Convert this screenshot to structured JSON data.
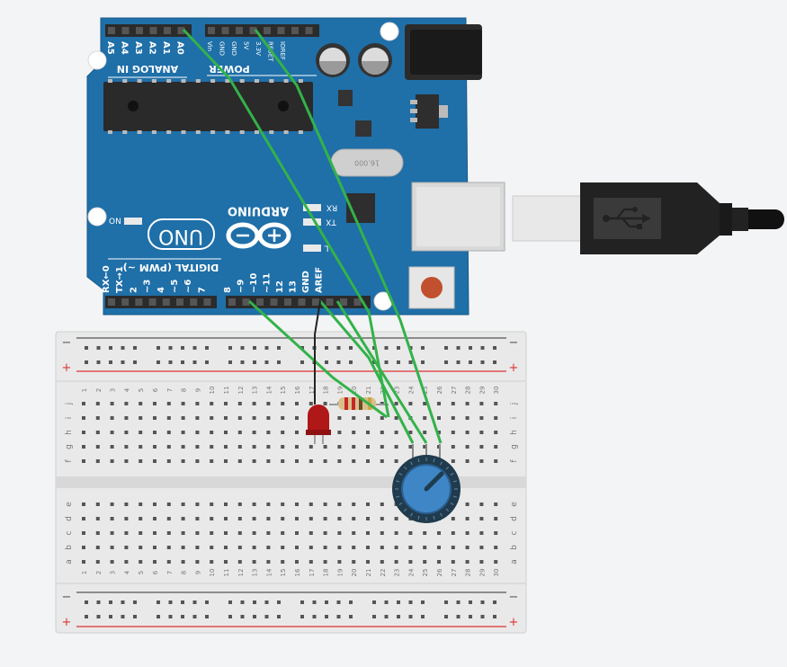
{
  "canvas": {
    "background": "#f3f4f6"
  },
  "board": {
    "brand": "ARDUINO",
    "model": "UNO",
    "on_label": "ON",
    "analog_in_label": "ANALOG IN",
    "power_label": "POWER",
    "digital_label": "DIGITAL (PWM ~)",
    "crystal_label": "16.000",
    "led_tx": "TX",
    "led_rx": "RX",
    "led_l": "L",
    "analog_pins": [
      "A5",
      "A4",
      "A3",
      "A2",
      "A1",
      "A0"
    ],
    "power_pins": [
      "Vin",
      "GND",
      "GND",
      "5V",
      "3.3V",
      "RESET",
      "IOREF"
    ],
    "digital_pins": [
      "RX←0",
      "TX→1",
      "2",
      "~3",
      "4",
      "~5",
      "~6",
      "7",
      "8",
      "~9",
      "~10",
      "~11",
      "12",
      "13",
      "GND",
      "AREF"
    ],
    "color": "#1f6fa8"
  },
  "usb_cable": {
    "icon": "usb-icon"
  },
  "breadboard": {
    "row_labels_top": [
      "j",
      "i",
      "h",
      "g",
      "f"
    ],
    "row_labels_bottom": [
      "e",
      "d",
      "c",
      "b",
      "a"
    ],
    "rail_minus": "−",
    "rail_plus": "+",
    "columns": [
      "1",
      "2",
      "3",
      "4",
      "5",
      "6",
      "7",
      "8",
      "9",
      "10",
      "11",
      "12",
      "13",
      "14",
      "15",
      "16",
      "17",
      "18",
      "19",
      "20",
      "21",
      "22",
      "23",
      "24",
      "25",
      "26",
      "27",
      "28",
      "29",
      "30"
    ]
  },
  "components": {
    "led_color": "#b01717",
    "resistor_bands": [
      "#c62828",
      "#c62828",
      "#6d4c2a",
      "#c9a64a"
    ],
    "potentiometer_color": "#3f86c7"
  },
  "wires": {
    "color": "#33b24a",
    "black": "#222222"
  }
}
